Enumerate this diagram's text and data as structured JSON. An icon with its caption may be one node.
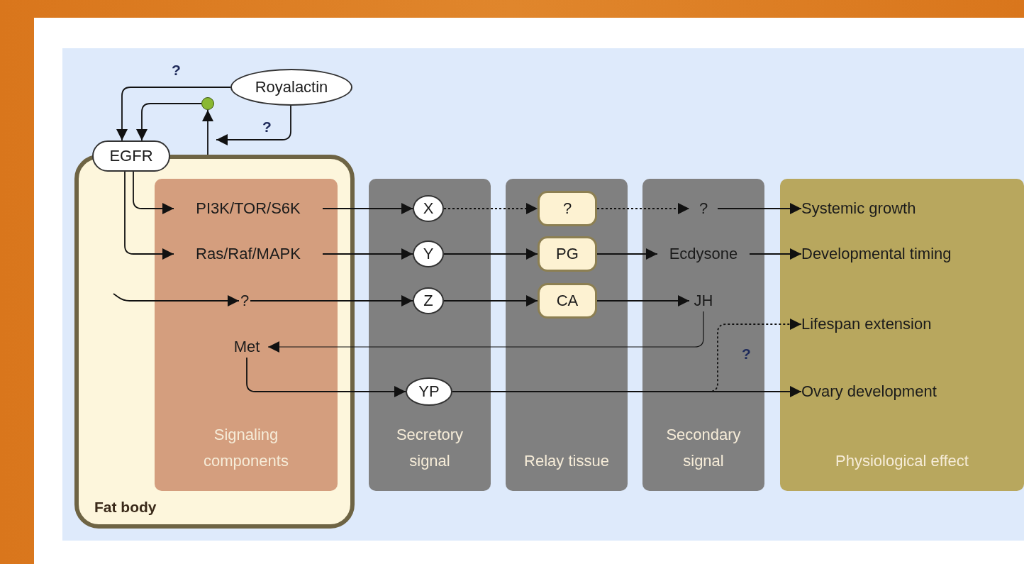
{
  "diagram": {
    "nodes": [
      {
        "text": [
          "Fat body"
        ]
      },
      {
        "text": [
          "Signaling components"
        ],
        "in": 0
      },
      {
        "text": [
          "Secretory signal"
        ]
      },
      {
        "text": [
          "Relay tissue"
        ]
      },
      {
        "text": [
          "Secondary signal"
        ]
      },
      {
        "text": [
          "Physiological effect"
        ]
      },
      {
        "text": [
          "Royalactin"
        ]
      },
      {
        "text": [],
        "shape": "circle"
      },
      {
        "text": [
          "EGFR"
        ]
      },
      {
        "text": [
          "PI3K/TOR/S6K"
        ],
        "in": 1
      },
      {
        "text": [
          "Ras/Raf/MAPK"
        ],
        "in": 1
      },
      {
        "text": [
          "?"
        ],
        "in": 1
      },
      {
        "text": [
          "Met"
        ],
        "in": 1
      },
      {
        "text": [
          "X"
        ],
        "in": 2
      },
      {
        "text": [
          "Y"
        ],
        "in": 2
      },
      {
        "text": [
          "Z"
        ],
        "in": 2
      },
      {
        "text": [
          "YP"
        ],
        "in": 2
      },
      {
        "text": [
          "?"
        ],
        "in": 3
      },
      {
        "text": [
          "PG"
        ],
        "in": 3
      },
      {
        "text": [
          "CA"
        ],
        "in": 3
      },
      {
        "text": [
          "?"
        ],
        "in": 4
      },
      {
        "text": [
          "Ecdysone"
        ],
        "in": 4
      },
      {
        "text": [
          "JH"
        ],
        "in": 4
      },
      {
        "text": [
          "Systemic growth"
        ],
        "in": 5
      },
      {
        "text": [
          "Developmental timing"
        ],
        "in": 5
      },
      {
        "text": [
          "Lifespan extension"
        ],
        "in": 5
      },
      {
        "text": [
          "Ovary development"
        ],
        "in": 5
      }
    ],
    "edges": [
      {
        "from": 6,
        "to": 8,
        "arrow": "to",
        "label": "?"
      },
      {
        "from": 7,
        "to": 8,
        "arrow": "to"
      },
      {
        "from": 6,
        "to": 7,
        "arrow": "to",
        "label": "?"
      },
      {
        "from": 0,
        "to": 7,
        "arrow": "to"
      },
      {
        "from": 8,
        "to": 9,
        "arrow": "to"
      },
      {
        "from": 8,
        "to": 10,
        "arrow": "to"
      },
      {
        "from": null,
        "to": 11,
        "arrow": "to"
      },
      {
        "from": 9,
        "to": 13,
        "arrow": "to"
      },
      {
        "from": 10,
        "to": 14,
        "arrow": "to"
      },
      {
        "from": 11,
        "to": 15,
        "arrow": "to"
      },
      {
        "from": 13,
        "to": 17,
        "arrow": "to",
        "style": "dashed"
      },
      {
        "from": 14,
        "to": 18,
        "arrow": "to"
      },
      {
        "from": 15,
        "to": 19,
        "arrow": "to"
      },
      {
        "from": 17,
        "to": 20,
        "arrow": "to",
        "style": "dashed"
      },
      {
        "from": 18,
        "to": 21,
        "arrow": "to"
      },
      {
        "from": 19,
        "to": 22,
        "arrow": "to"
      },
      {
        "from": 20,
        "to": 23,
        "arrow": "to"
      },
      {
        "from": 21,
        "to": 24,
        "arrow": "to"
      },
      {
        "from": 22,
        "to": 12,
        "arrow": "to"
      },
      {
        "from": 12,
        "to": 16,
        "arrow": "to"
      },
      {
        "from": 16,
        "to": 26,
        "arrow": "to"
      },
      {
        "from": 16,
        "to": 25,
        "arrow": "to",
        "style": "dashed",
        "label": "?"
      }
    ]
  }
}
